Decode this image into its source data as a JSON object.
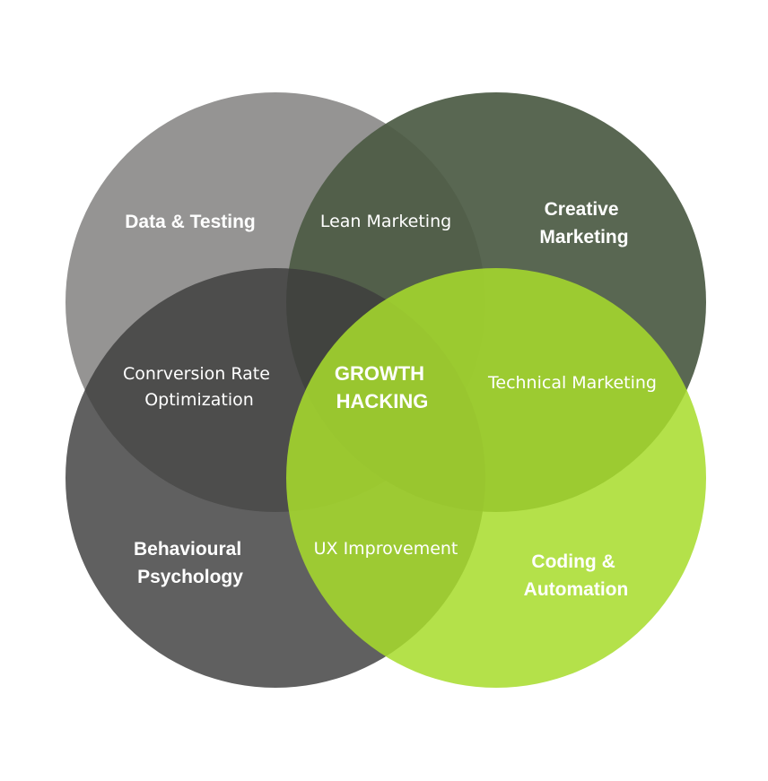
{
  "circles": {
    "data_testing": {
      "label_lines": [
        "Data & Testing"
      ],
      "color": "#8f8e8d"
    },
    "creative_marketing": {
      "label_lines": [
        "Creative",
        "Marketing"
      ],
      "color": "#4c5b45"
    },
    "behavioural_psychology": {
      "label_lines": [
        "Behavioural",
        "Psychology"
      ],
      "color": "#3d3d3d"
    },
    "coding_automation": {
      "label_lines": [
        "Coding &",
        "Automation"
      ],
      "color": "#a8dc2c"
    }
  },
  "overlaps": {
    "lean_marketing": {
      "label_lines": [
        "Lean Marketing"
      ]
    },
    "conversion_rate": {
      "label_lines": [
        "Conrversion Rate",
        "Optimization"
      ]
    },
    "technical_marketing": {
      "label_lines": [
        "Technical Marketing"
      ]
    },
    "ux_improvement": {
      "label_lines": [
        "UX Improvement"
      ]
    },
    "growth_hacking": {
      "label_lines": [
        "GROWTH",
        "HACKING"
      ]
    }
  }
}
